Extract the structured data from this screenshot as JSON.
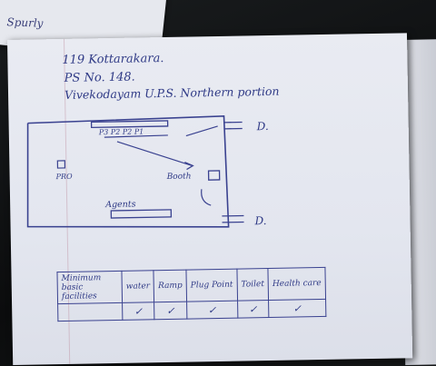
{
  "note": {
    "text": "Spurly"
  },
  "heading": {
    "line1": "119 Kottarakara.",
    "line2": "PS No. 148.",
    "line3": "Vivekodayam U.P.S. Northern portion"
  },
  "diagram": {
    "officers_label": "P3 P2 P2 P1",
    "pro_label": "PRO",
    "booth_label": "Booth",
    "agents_label": "Agents",
    "door_label": "D.",
    "door2_label": "D."
  },
  "facilities_table": {
    "headers": [
      "Minimum basic facilities",
      "water",
      "Ramp",
      "Plug Point",
      "Toilet",
      "Health care"
    ],
    "row": [
      "",
      "✓",
      "✓",
      "✓",
      "✓",
      "✓"
    ]
  }
}
